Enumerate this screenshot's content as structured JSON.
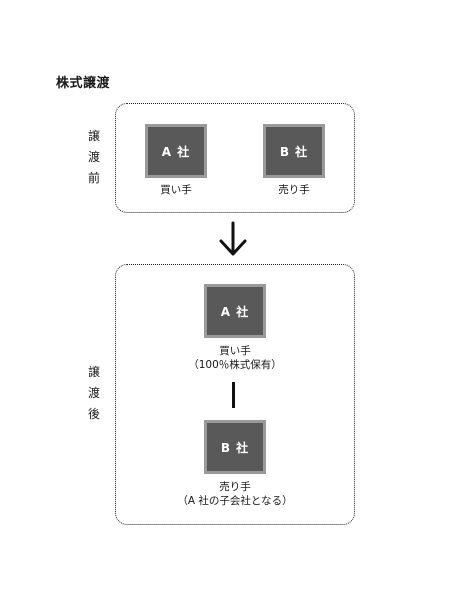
{
  "title": "株式譲渡",
  "before": {
    "label": "譲\n渡\n前",
    "company_a": {
      "name": "A 社",
      "caption": "買い手"
    },
    "company_b": {
      "name": "B 社",
      "caption": "売り手"
    }
  },
  "after": {
    "label": "譲\n渡\n後",
    "company_a": {
      "name": "A 社",
      "caption_line1": "買い手",
      "caption_line2": "（100％株式保有）"
    },
    "company_b": {
      "name": "B 社",
      "caption_line1": "売り手",
      "caption_line2": "（A 社の子会社となる）"
    }
  },
  "icons": {
    "transition": "down-arrow-icon"
  },
  "colors": {
    "company_box_fill": "#595959",
    "company_box_border": "#9a9a9a",
    "company_box_text": "#ffffff"
  }
}
